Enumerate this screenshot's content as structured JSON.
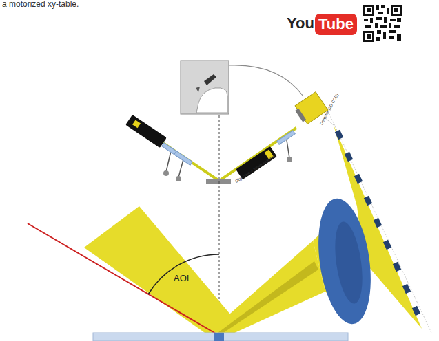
{
  "diagram": {
    "nodes": [
      {
        "text": [
          "Tube"
        ]
      }
    ],
    "labels": [
      "a motorized xy-table.",
      "You",
      "Objective + focus scanner",
      "Detector (2D CCD)",
      "AOI"
    ]
  }
}
